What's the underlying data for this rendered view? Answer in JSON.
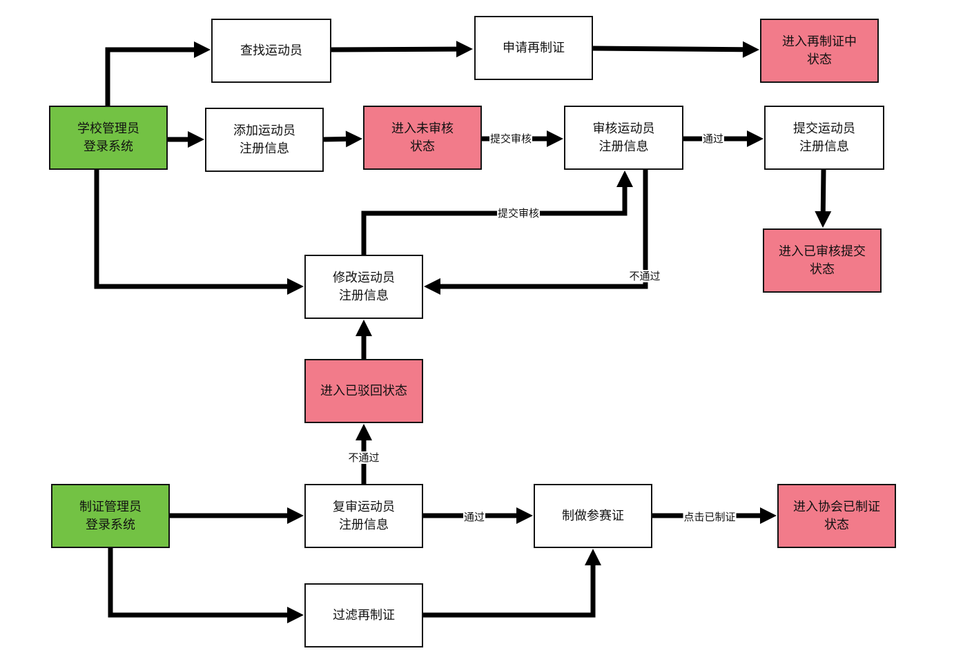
{
  "colors": {
    "start": "#73c244",
    "state": "#f27b8a",
    "line": "#000000"
  },
  "nodes": {
    "school_admin": "学校管理员\n登录系统",
    "find_athlete": "查找运动员",
    "apply_reissue": "申请再制证",
    "enter_reissuing": "进入再制证中\n状态",
    "add_athlete": "添加运动员\n注册信息",
    "enter_unreviewed": "进入未审核\n状态",
    "review_athlete": "审核运动员\n注册信息",
    "submit_athlete": "提交运动员\n注册信息",
    "enter_reviewed_submitted": "进入已审核提交\n状态",
    "modify_athlete": "修改运动员\n注册信息",
    "enter_rejected": "进入已驳回状态",
    "cert_admin": "制证管理员\n登录系统",
    "recheck_athlete": "复审运动员\n注册信息",
    "make_cert": "制做参赛证",
    "enter_assoc_certified": "进入协会已制证\n状态",
    "filter_reissue": "过滤再制证"
  },
  "labels": {
    "submit_review_1": "提交审核",
    "pass_1": "通过",
    "submit_review_2": "提交审核",
    "fail_1": "不通过",
    "fail_2": "不通过",
    "pass_2": "通过",
    "click_certified": "点击已制证"
  }
}
